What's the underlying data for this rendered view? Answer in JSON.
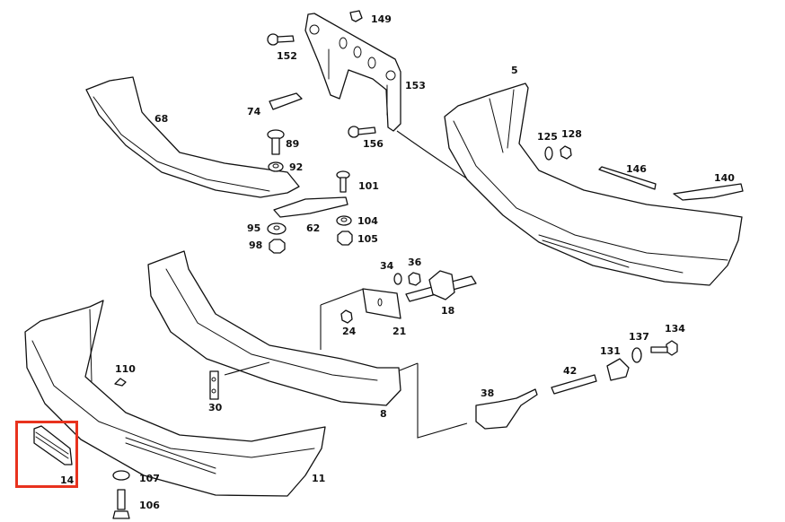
{
  "diagram": {
    "title": "Front bumper assembly exploded parts diagram",
    "highlight_color": "#e8321e",
    "highlighted_part": "14",
    "parts": [
      {
        "id": "p149",
        "label": "149",
        "name": "clip"
      },
      {
        "id": "p152",
        "label": "152",
        "name": "screw"
      },
      {
        "id": "p153",
        "label": "153",
        "name": "license plate bracket"
      },
      {
        "id": "p5",
        "label": "5",
        "name": "bumper cover assembly"
      },
      {
        "id": "p68",
        "label": "68",
        "name": "spoiler"
      },
      {
        "id": "p74",
        "label": "74",
        "name": "clip"
      },
      {
        "id": "p89",
        "label": "89",
        "name": "bolt"
      },
      {
        "id": "p92",
        "label": "92",
        "name": "washer"
      },
      {
        "id": "p156",
        "label": "156",
        "name": "screw"
      },
      {
        "id": "p125",
        "label": "125",
        "name": "washer"
      },
      {
        "id": "p128",
        "label": "128",
        "name": "nut"
      },
      {
        "id": "p146",
        "label": "146",
        "name": "strip"
      },
      {
        "id": "p140",
        "label": "140",
        "name": "trim strip"
      },
      {
        "id": "p101",
        "label": "101",
        "name": "screw"
      },
      {
        "id": "p62",
        "label": "62",
        "name": "bracket"
      },
      {
        "id": "p104",
        "label": "104",
        "name": "washer"
      },
      {
        "id": "p105",
        "label": "105",
        "name": "nut"
      },
      {
        "id": "p95",
        "label": "95",
        "name": "washer"
      },
      {
        "id": "p98",
        "label": "98",
        "name": "nut"
      },
      {
        "id": "p34",
        "label": "34",
        "name": "washer"
      },
      {
        "id": "p36",
        "label": "36",
        "name": "nut"
      },
      {
        "id": "p18",
        "label": "18",
        "name": "shock absorber"
      },
      {
        "id": "p24",
        "label": "24",
        "name": "nut"
      },
      {
        "id": "p21",
        "label": "21",
        "name": "plate"
      },
      {
        "id": "p110",
        "label": "110",
        "name": "clip"
      },
      {
        "id": "p137",
        "label": "137",
        "name": "washer"
      },
      {
        "id": "p134",
        "label": "134",
        "name": "bolt"
      },
      {
        "id": "p131",
        "label": "131",
        "name": "holder"
      },
      {
        "id": "p42",
        "label": "42",
        "name": "tube"
      },
      {
        "id": "p38",
        "label": "38",
        "name": "bracket"
      },
      {
        "id": "p30",
        "label": "30",
        "name": "plate"
      },
      {
        "id": "p8",
        "label": "8",
        "name": "bumper reinforcement"
      },
      {
        "id": "p14",
        "label": "14",
        "name": "grille insert"
      },
      {
        "id": "p107",
        "label": "107",
        "name": "washer"
      },
      {
        "id": "p106",
        "label": "106",
        "name": "bolt"
      },
      {
        "id": "p11",
        "label": "11",
        "name": "bumper cover"
      }
    ]
  }
}
